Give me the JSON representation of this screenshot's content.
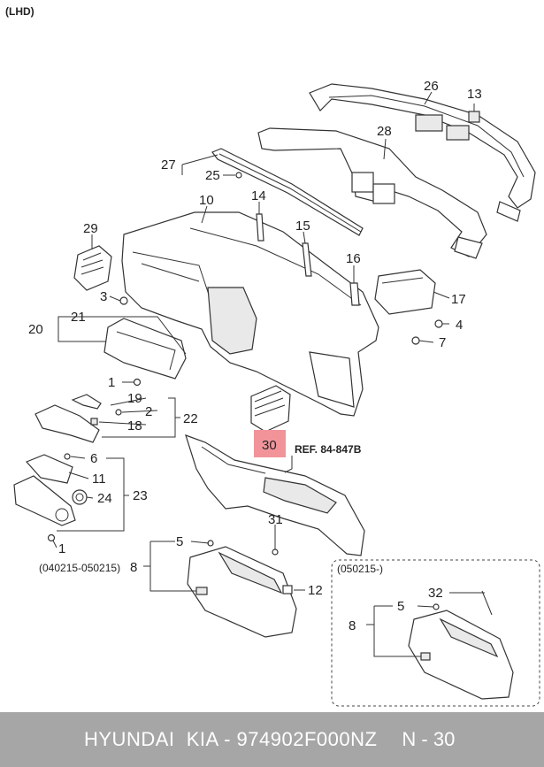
{
  "header": {
    "variant": "(LHD)"
  },
  "labels": {
    "p26": "26",
    "p13": "13",
    "p28": "28",
    "p27": "27",
    "p25": "25",
    "p10": "10",
    "p14": "14",
    "p15": "15",
    "p29": "29",
    "p16": "16",
    "p17": "17",
    "p3": "3",
    "p4": "4",
    "p7": "7",
    "p21": "21",
    "p20": "20",
    "p1a": "1",
    "p19": "19",
    "p2": "2",
    "p22": "22",
    "p18": "18",
    "p30": "30",
    "p6": "6",
    "p11": "11",
    "p24": "24",
    "p23": "23",
    "p1b": "1",
    "p31": "31",
    "p5a": "5",
    "p8a": "8",
    "p12": "12",
    "p32": "32",
    "p5b": "5",
    "p8b": "8"
  },
  "ref": "REF. 84-847B",
  "date_ranges": {
    "left": "(040215-050215)",
    "right": "(050215-)"
  },
  "highlight_color": "#f2939a",
  "footer": {
    "title": "HYUNDAI  KIA - 974902F000NZ",
    "page": "N - 30"
  }
}
